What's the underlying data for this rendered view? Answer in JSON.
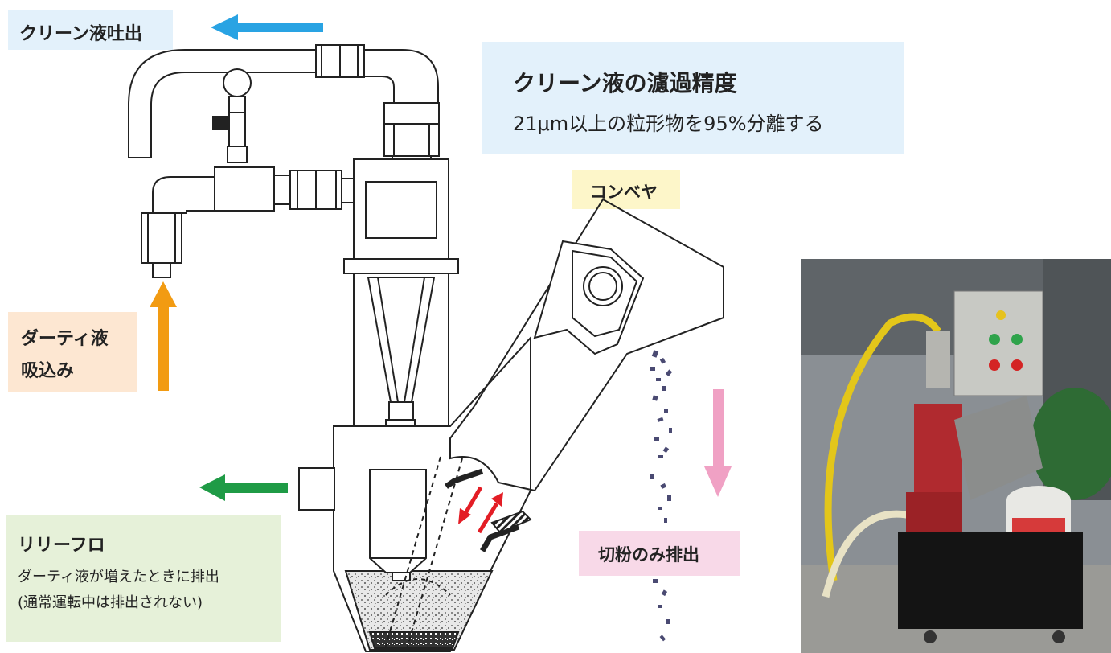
{
  "labels": {
    "clean_discharge": "クリーン液吐出",
    "dirty_intake_line1": "ダーティ液",
    "dirty_intake_line2": "吸込み",
    "relief_title": "リリーフロ",
    "relief_line1": "ダーティ液が増えたときに排出",
    "relief_line2": "(通常運転中は排出されない)",
    "precision_title": "クリーン液の濾過精度",
    "precision_detail": "21μm以上の粒形物を95%分離する",
    "conveyor": "コンベヤ",
    "chips_only": "切粉のみ排出"
  },
  "colors": {
    "clean_arrow": "#29a3e3",
    "dirty_arrow": "#f29b12",
    "relief_arrow": "#1f9b46",
    "chips_arrow": "#f0a1c4",
    "flow_arrows": "#e31d25"
  },
  "icons": {
    "photo": "machine-photo"
  }
}
